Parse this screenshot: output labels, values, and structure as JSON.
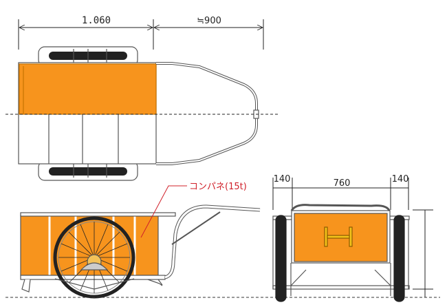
{
  "colors": {
    "panel": "#f7941d",
    "frame": "#555555",
    "tire": "#222222",
    "leader": "#d0202a"
  },
  "top_view": {
    "length_label": "1.060",
    "handle_label": "≒900"
  },
  "side_view": {
    "panel_label": "コンパネ(15t)"
  },
  "front_view": {
    "left_label": "140",
    "center_label": "760",
    "right_label": "140"
  }
}
